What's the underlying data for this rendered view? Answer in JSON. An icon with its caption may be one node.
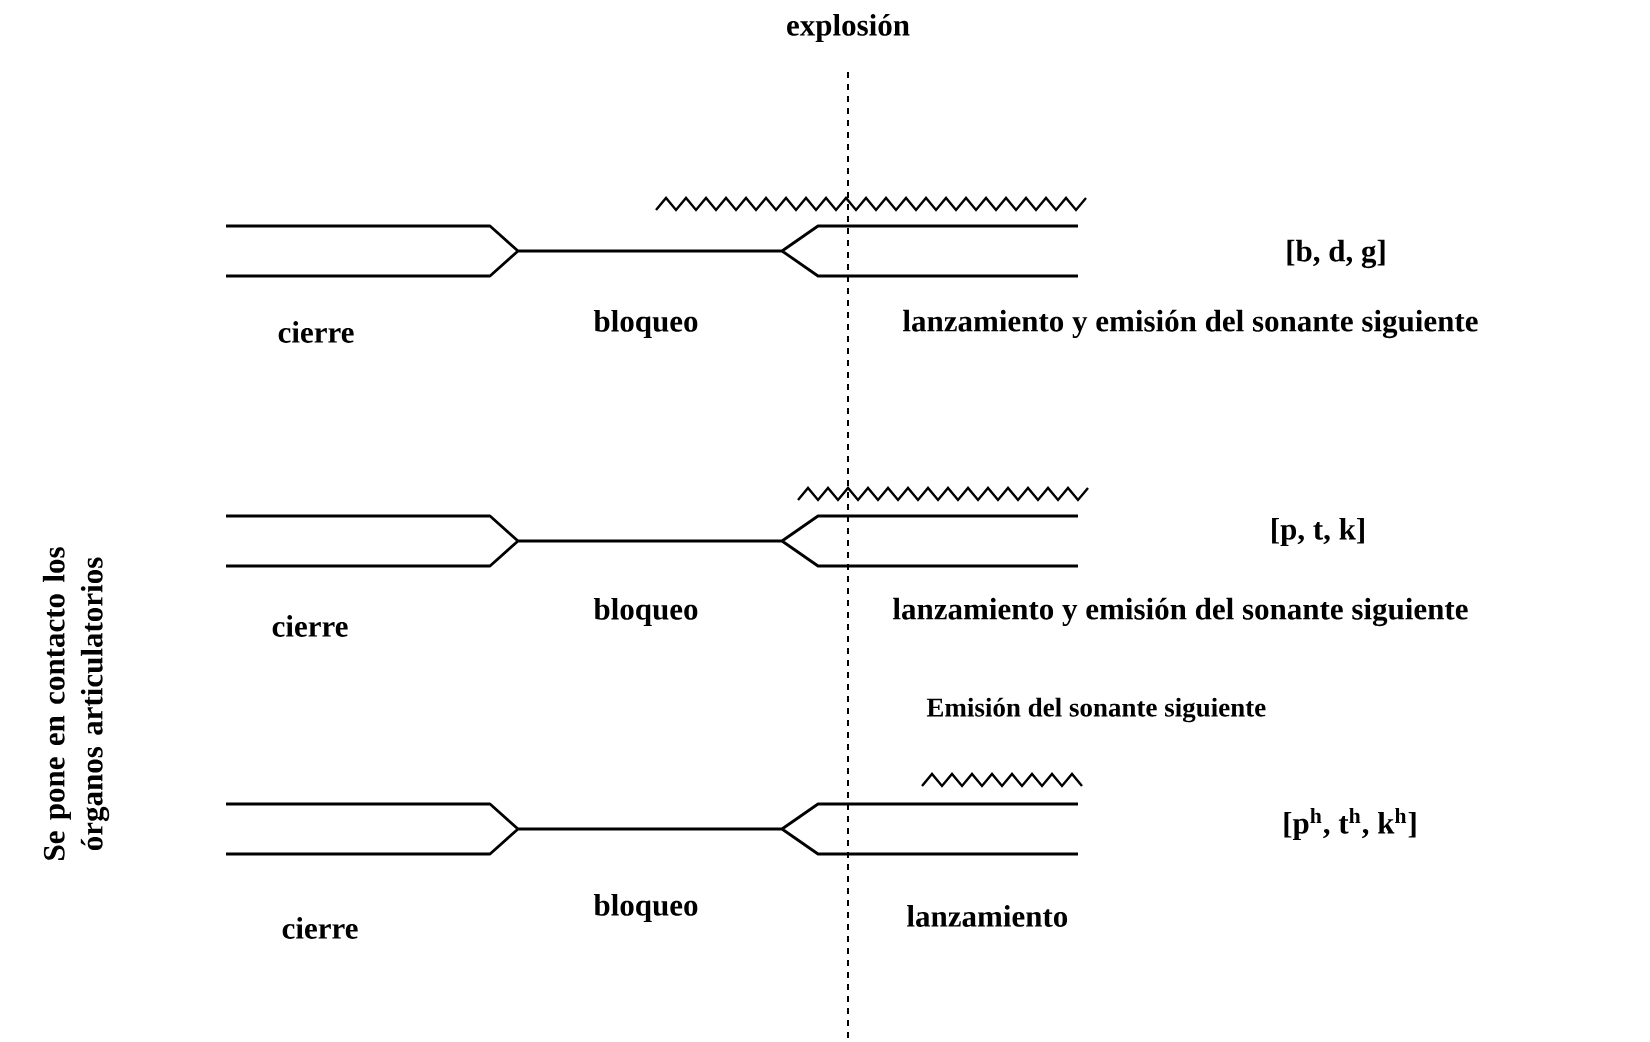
{
  "diagram": {
    "labels": [
      "explosión",
      "Se pone en contacto los órganos articulatorios",
      "[b, d, g]",
      "cierre",
      "bloqueo",
      "lanzamiento y emisión del sonante siguiente",
      "[p, t, k]",
      "cierre",
      "bloqueo",
      "lanzamiento y emisión del sonante siguiente",
      "Emisión del sonante siguiente",
      "[p$^{h}$, t$^{h}$, k$^{h}$]",
      "cierre",
      "bloqueo",
      "lanzamiento"
    ]
  }
}
